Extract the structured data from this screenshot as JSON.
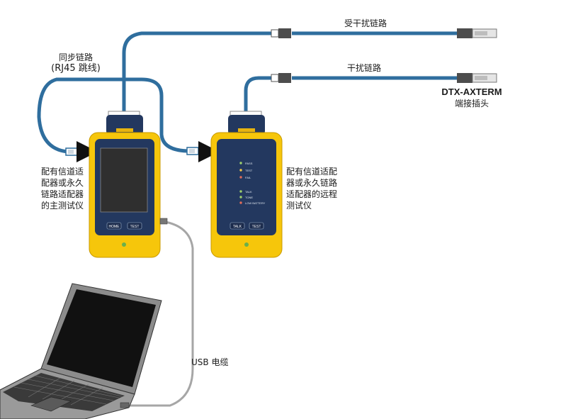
{
  "labels": {
    "disturbed_link": "受干扰链路",
    "disturber_link": "干扰链路",
    "sync_link_line1": "同步链路",
    "sync_link_line2": "(RJ45 跳线)",
    "terminator_name": "DTX-AXTERM",
    "terminator_desc": "端接插头",
    "main_tester_desc": [
      "配有信道适",
      "配器或永久",
      "链路适配器",
      "的主测试仪"
    ],
    "remote_tester_desc": [
      "配有信道适配",
      "器或永久链路",
      "适配器的远程",
      "测试仪"
    ],
    "usb_cable": "USB 电缆"
  },
  "main_tester": {
    "home_key": "HOME",
    "test_key": "TEST"
  },
  "remote_tester": {
    "indicators": [
      "PASS",
      "TEST",
      "FAIL",
      "TALK",
      "TONE",
      "LOW BATTERY"
    ],
    "talk_key": "TALK",
    "test_key": "TEST"
  },
  "colors": {
    "cable_blue": "#2f6e9e",
    "tester_yellow": "#f6c60b",
    "tester_navy": "#23385f",
    "usb_grey": "#a6a6a6"
  }
}
